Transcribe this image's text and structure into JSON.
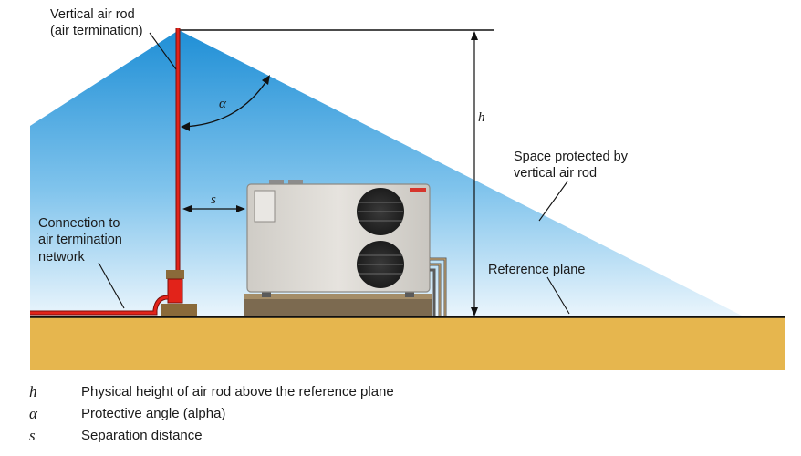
{
  "labels": {
    "vertical_air_rod_line1": "Vertical air rod",
    "vertical_air_rod_line2": "(air termination)",
    "alpha_symbol": "α",
    "h_symbol": "h",
    "s_symbol": "s",
    "space_protected_line1": "Space protected by",
    "space_protected_line2": "vertical air rod",
    "connection_line1": "Connection to",
    "connection_line2": "air termination",
    "connection_line3": "network",
    "reference_plane": "Reference plane"
  },
  "legend": [
    {
      "symbol": "h",
      "text": "Physical height of air rod above the reference plane"
    },
    {
      "symbol": "α",
      "text": "Protective angle (alpha)"
    },
    {
      "symbol": "s",
      "text": "Separation distance"
    }
  ],
  "colors": {
    "cone_top": "#1f8fd6",
    "cone_bottom": "#e6f3fb",
    "ground": "#e6b64e",
    "rod": "#e2231a",
    "unit_body": "#d9d6d0",
    "base_brown": "#8a6a3a"
  }
}
